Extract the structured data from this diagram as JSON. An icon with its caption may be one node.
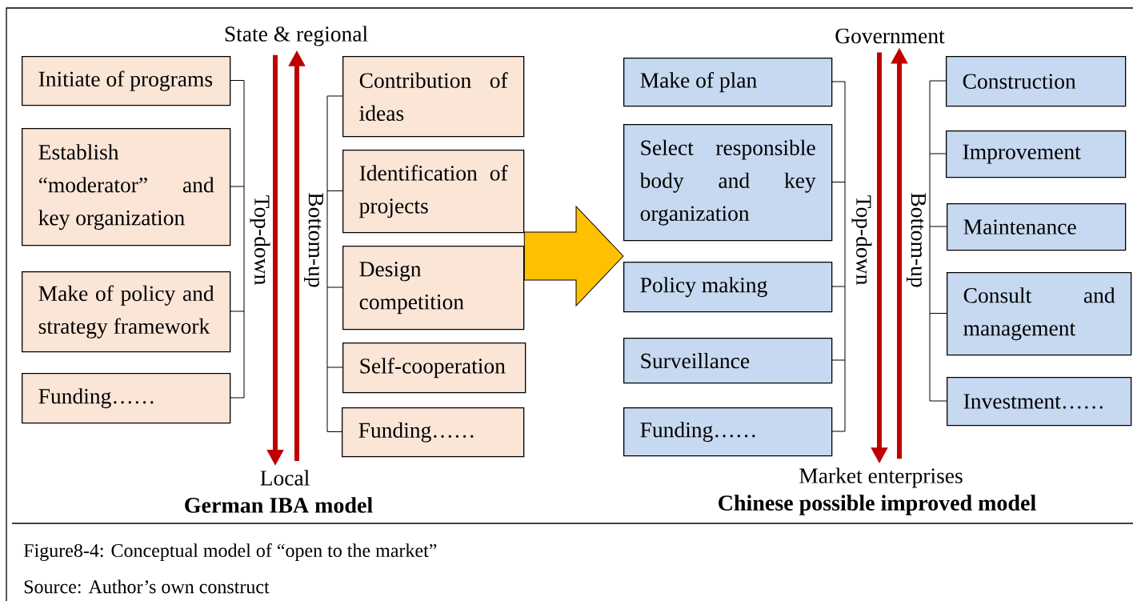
{
  "diagram": {
    "caption": "Figure8-4: Conceptual model of “open to the market”",
    "nodes": [
      {
        "text": [
          "State & regional"
        ]
      },
      {
        "text": [
          "Local"
        ]
      },
      {
        "text": [
          "Initiate of programs"
        ]
      },
      {
        "text": [
          "Establish “moderator” and key organization"
        ]
      },
      {
        "text": [
          "Make of policy and strategy framework"
        ]
      },
      {
        "text": [
          "Funding……"
        ]
      },
      {
        "text": [
          "Contribution of ideas"
        ]
      },
      {
        "text": [
          "Identification of projects"
        ]
      },
      {
        "text": [
          "Design competition"
        ]
      },
      {
        "text": [
          "Self-cooperation"
        ]
      },
      {
        "text": [
          "Funding……"
        ]
      },
      {
        "text": [
          "Government"
        ]
      },
      {
        "text": [
          "Market enterprises"
        ]
      },
      {
        "text": [
          "Make of plan"
        ]
      },
      {
        "text": [
          "Select responsible body and key organization"
        ]
      },
      {
        "text": [
          "Policy making"
        ]
      },
      {
        "text": [
          "Surveillance"
        ]
      },
      {
        "text": [
          "Funding……"
        ]
      },
      {
        "text": [
          "Construction"
        ]
      },
      {
        "text": [
          "Improvement"
        ]
      },
      {
        "text": [
          "Maintenance"
        ]
      },
      {
        "text": [
          "Consult and management"
        ]
      },
      {
        "text": [
          "Investment……"
        ]
      }
    ],
    "edges": [
      {
        "from": 0,
        "to": 1,
        "arrow": "to",
        "label": "Top-down"
      },
      {
        "from": 1,
        "to": 0,
        "arrow": "to",
        "label": "Bottom-up"
      },
      {
        "from": 11,
        "to": 12,
        "arrow": "to",
        "label": "Top-down"
      },
      {
        "from": 12,
        "to": 11,
        "arrow": "to",
        "label": "Bottom-up"
      },
      {
        "from": 8,
        "to": 15,
        "arrow": "to",
        "color": "#ffc000"
      }
    ],
    "labels": [
      "German IBA model",
      "Chinese possible improved model",
      "Source: Author’s own construct"
    ]
  }
}
